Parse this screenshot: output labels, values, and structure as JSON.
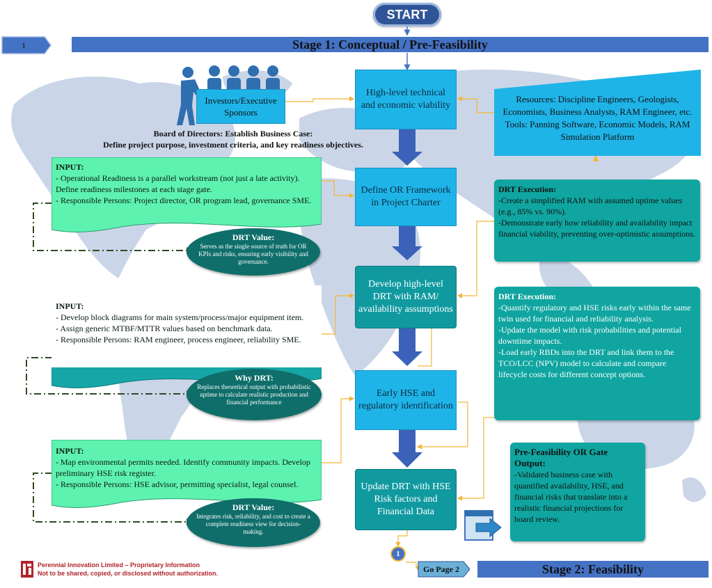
{
  "start": "START",
  "stage1": {
    "number": "1",
    "title": "Stage 1: Conceptual / Pre-Feasibility"
  },
  "investors": "Investors/Executive Sponsors",
  "board": {
    "title": "Board of Directors: Establish Business Case:",
    "text": "Define project purpose, investment criteria, and key readiness objectives."
  },
  "resources": {
    "text": "Resources: Discipline Engineers, Geologists, Economists, Business Analysts, RAM Engineer, etc.",
    "tools": "Tools: Panning Software, Economic Models, RAM Simulation Platform"
  },
  "flow": {
    "step1": "High-level technical and economic viability",
    "step2": "Define OR Framework in Project Charter",
    "step3": "Develop high-level DRT with RAM/ availability assumptions",
    "step4": "Early HSE and regulatory identification",
    "step5": "Update DRT with HSE Risk factors and Financial Data"
  },
  "input1": {
    "title": "INPUT:",
    "text": "- Operational Readiness is a parallel workstream (not just a late activity). Define readiness milestones at each stage gate.\n- Responsible Persons: Project director, OR program lead, governance SME."
  },
  "input2": {
    "title": "INPUT:",
    "text": "- Develop block diagrams for main system/process/major equipment item.\n- Assign generic MTBF/MTTR values based on benchmark data.\n- Responsible Persons: RAM engineer, process engineer, reliability SME."
  },
  "input3": {
    "title": "INPUT:",
    "text": "- Map environmental permits needed. Identify community impacts. Develop preliminary HSE risk register.\n- Responsible Persons: HSE advisor, permitting specialist, legal counsel."
  },
  "oval1": {
    "title": "DRT Value:",
    "text": "Serves as the single source of truth for OR KPIs and risks, ensuring early visibility and governance."
  },
  "oval2": {
    "title": "Why DRT:",
    "text": "Replaces theoretical output with probabilistic uptime to calculate realistic production and financial performance"
  },
  "oval3": {
    "title": "DRT Value:",
    "text": "Integrates risk, reliability, and cost to create a complete readiness view for decision-making."
  },
  "drt1": {
    "title": "DRT Execution:",
    "text": "-Create a simplified RAM  with assumed uptime values (e.g., 85% vs. 90%).\n-Demonstrate early how reliability and availability impact financial viability, preventing over-optimistic assumptions."
  },
  "drt2": {
    "title": "DRT Execution:",
    "text": "-Quantify regulatory and HSE risks early within the same twin used for financial and reliability analysis.\n-Update the model with risk probabilities and potential downtime impacts.\n-Load early RBDs into the DRT and link them to the TCO/LCC (NPV) model to calculate and compare lifecycle costs for different concept options."
  },
  "gate": {
    "title": "Pre-Feasibility OR Gate Output:",
    "text": "-Validated business case with quantified availability, HSE, and financial risks that translate into a realistic financial projections for board review."
  },
  "footer": {
    "line1": "Perennial Innovation Limited – Proprietary Information",
    "line2": "Not to be shared, copied, or disclosed without authorization."
  },
  "nav": {
    "circle": "1",
    "go": "Go Page 2"
  },
  "stage2": "Stage 2: Feasibility",
  "colors": {
    "stage_bar": "#4472c4",
    "process": "#1fb4e8",
    "teal": "#10a5a0",
    "input": "#5ef2b0",
    "oval": "#0f6e6a",
    "connector": "#f2b636",
    "arrow": "#3b62b8",
    "map": "#c5d0e6"
  }
}
